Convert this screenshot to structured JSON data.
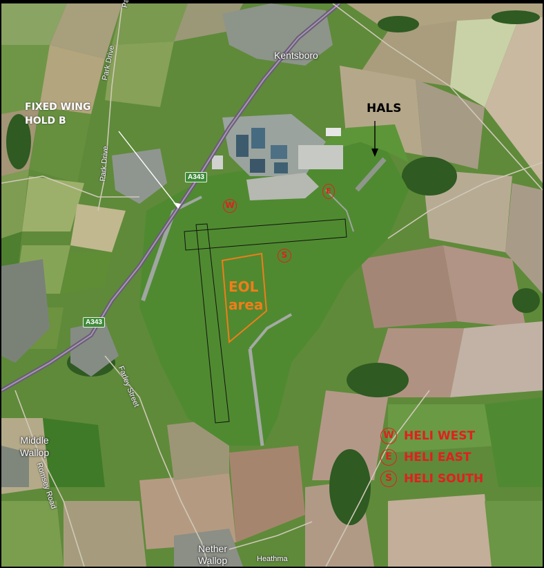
{
  "places": {
    "kentsboro": "Kentsboro",
    "middle_wallop": "Middle Wallop",
    "nether_wallop": "Nether Wallop"
  },
  "roads": {
    "park_drive_top": "Park",
    "park_drive_mid": "Park Drive",
    "park_drive_low": "Park Drive",
    "a343_upper": "A343",
    "a343_lower": "A343",
    "farley_street": "Farley Street",
    "romsey_road": "Romsey Road",
    "heathman": "Heathma"
  },
  "annotations": {
    "fixed_wing_hold_line1": "FIXED WING",
    "fixed_wing_hold_line2": "HOLD B",
    "hals": "HALS",
    "eol_line1": "EOL",
    "eol_line2": "area"
  },
  "markers": {
    "west": "W",
    "east": "E",
    "south": "S"
  },
  "legend": [
    {
      "symbol": "W",
      "label": "HELI WEST"
    },
    {
      "symbol": "E",
      "label": "HELI EAST"
    },
    {
      "symbol": "S",
      "label": "HELI SOUTH"
    }
  ],
  "colors": {
    "marker_red": "#e31e1e",
    "eol_orange": "#f07d1a",
    "grass": "#4f8a30",
    "shield_green": "#3f8a3a"
  }
}
